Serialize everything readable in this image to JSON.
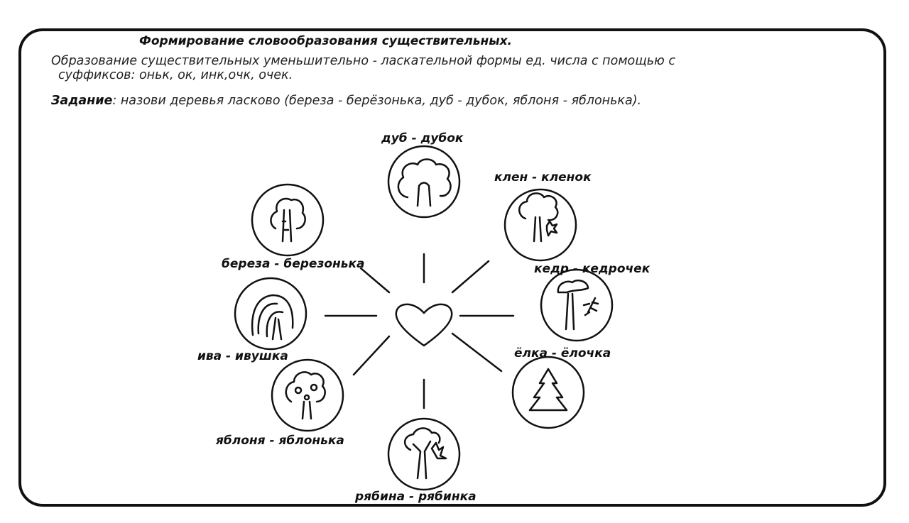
{
  "header": {
    "title": "Формирование словообразования существительных.",
    "description_line1": "Образование существительных уменьшительно - ласкательной формы ед. числа с помощью с",
    "description_line2": "суффиксов: оньк, ок, инк,очк, очек.",
    "task_label": "Задание",
    "task_text": ": назови деревья ласково (береза - берёзонька, дуб - дубок, яблоня - яблонька)."
  },
  "diagram": {
    "center_icon": "heart-icon",
    "trees": [
      {
        "label": "дуб - дубок",
        "icon": "oak-tree-icon"
      },
      {
        "label": "клен - кленок",
        "icon": "maple-tree-icon"
      },
      {
        "label": "кедр - кедрочек",
        "icon": "cedar-tree-icon"
      },
      {
        "label": "ёлка - ёлочка",
        "icon": "fir-tree-icon"
      },
      {
        "label": "рябина - рябинка",
        "icon": "rowan-tree-icon"
      },
      {
        "label": "яблоня - яблонька",
        "icon": "apple-tree-icon"
      },
      {
        "label": "ива - ивушка",
        "icon": "willow-tree-icon"
      },
      {
        "label": "береза - березонька",
        "icon": "birch-tree-icon"
      }
    ]
  }
}
